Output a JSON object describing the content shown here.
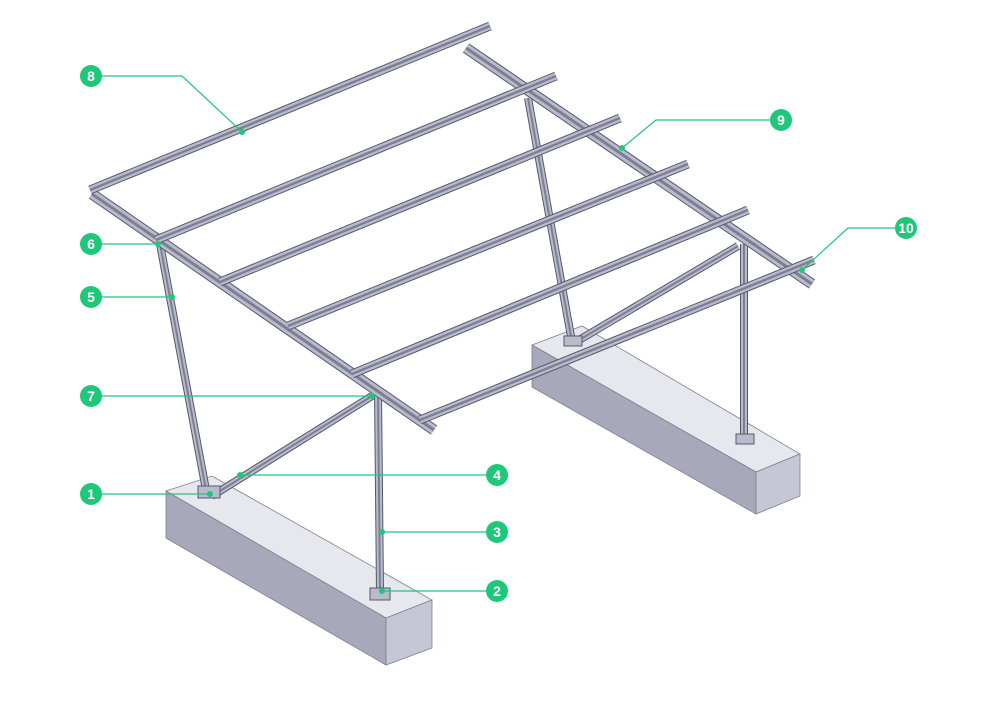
{
  "colors": {
    "accent": "#1fc77a",
    "steel_light": "#b9bbcb",
    "steel_dark": "#7c7f93",
    "steel_edge": "#55586a",
    "block_top": "#e7e7ee",
    "block_front": "#a7a8ba",
    "block_side": "#c6c7d4"
  },
  "callouts": [
    {
      "label": "1",
      "part": "base-plate"
    },
    {
      "label": "2",
      "part": "base-plate"
    },
    {
      "label": "3",
      "part": "rear-post"
    },
    {
      "label": "4",
      "part": "diagonal-brace"
    },
    {
      "label": "5",
      "part": "front-post"
    },
    {
      "label": "6",
      "part": "post-top-connector"
    },
    {
      "label": "7",
      "part": "rear-post-top-connector"
    },
    {
      "label": "8",
      "part": "purlin"
    },
    {
      "label": "9",
      "part": "rafter-beam"
    },
    {
      "label": "10",
      "part": "purlin-end-cap"
    }
  ]
}
